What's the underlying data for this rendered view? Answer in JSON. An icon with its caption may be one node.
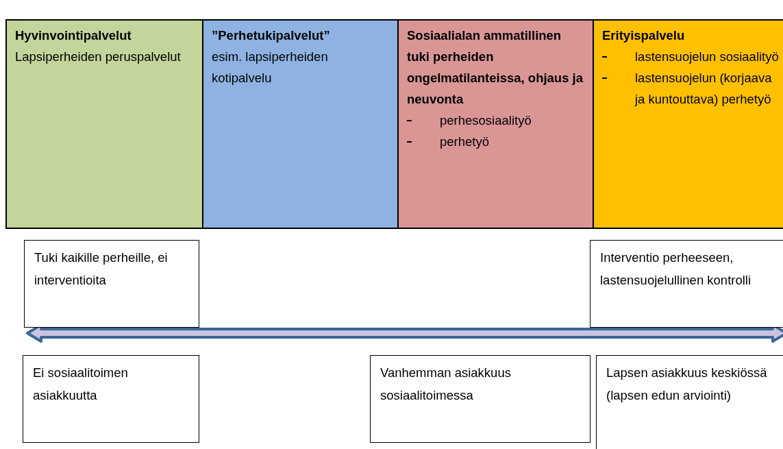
{
  "diagram": {
    "nodes": [
      {
        "text": [
          "Hyvinvointipalvelut",
          "Lapsiperheiden peruspalvelut"
        ]
      },
      {
        "text": [
          "”Perhetukipalvelut”",
          "esim. lapsiperheiden kotipalvelu"
        ]
      },
      {
        "text": [
          "Sosiaalialan ammatillinen tuki perheiden ongelmatilanteissa, ohjaus ja neuvonta",
          "perhesosiaalityö",
          "perhetyö"
        ]
      },
      {
        "text": [
          "Erityispalvelu",
          "lastensuojelun sosiaalityö",
          "lastensuojelun (korjaava ja kuntouttava) perhetyö"
        ]
      },
      {
        "text": [
          "Tuki kaikille perheille, ei interventioita"
        ]
      },
      {
        "text": [
          "Interventio perheeseen, lastensuojelullinen kontrolli"
        ]
      },
      {
        "text": [
          "Ei sosiaalitoimen asiakkuutta"
        ]
      },
      {
        "text": [
          "Vanhemman asiakkuus sosiaalitoimessa"
        ]
      },
      {
        "text": [
          "Lapsen asiakkuus keskiössä (lapsen edun arviointi)"
        ]
      }
    ]
  }
}
